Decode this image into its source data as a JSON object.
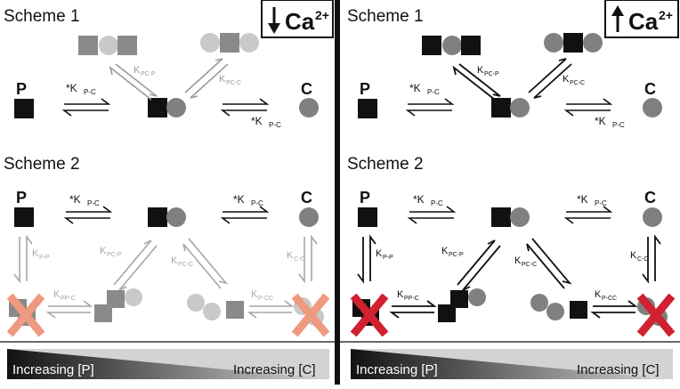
{
  "colors": {
    "black": "#111111",
    "dark_gray": "#808080",
    "mid_gray": "#9b9b9b",
    "light_gray": "#cfcfcf",
    "faded_line": "#a6a6a6",
    "x_faded": "#ef9980",
    "x_strong": "#d1202f",
    "divider": "#111111"
  },
  "left_panel": {
    "calcium_label": "Ca",
    "calcium_charge": "2+",
    "calcium_direction": "decrease",
    "scheme1": {
      "title": "Scheme 1",
      "species_p": "P",
      "species_c": "C",
      "k_forward": "*K",
      "k_forward_sub": "P-C",
      "k_pcp": "K",
      "k_pcp_sub": "PC-P",
      "k_pcc": "K",
      "k_pcc_sub": "PC-C",
      "k_right": "*K",
      "k_right_sub": "P-C"
    },
    "scheme2": {
      "title": "Scheme 2",
      "species_p": "P",
      "species_c": "C",
      "k_left_top": "*K",
      "k_left_top_sub": "P-C",
      "k_right_top": "*K",
      "k_right_top_sub": "P-C",
      "k_pp": "K",
      "k_pp_sub": "P-P",
      "k_pcp": "K",
      "k_pcp_sub": "PC-P",
      "k_pcc": "K",
      "k_pcc_sub": "PC-C",
      "k_cc": "K",
      "k_cc_sub": "C-C",
      "k_ppc": "K",
      "k_ppc_sub": "PP-C",
      "k_pcc2": "K",
      "k_pcc2_sub": "P-CC"
    },
    "gradient_left_label": "Increasing [P]",
    "gradient_right_label": "Increasing [C]"
  },
  "right_panel": {
    "calcium_label": "Ca",
    "calcium_charge": "2+",
    "calcium_direction": "increase",
    "scheme1": {
      "title": "Scheme 1",
      "species_p": "P",
      "species_c": "C",
      "k_forward": "*K",
      "k_forward_sub": "P-C",
      "k_pcp": "K",
      "k_pcp_sub": "PC-P",
      "k_pcc": "K",
      "k_pcc_sub": "PC-C",
      "k_right": "*K",
      "k_right_sub": "P-C"
    },
    "scheme2": {
      "title": "Scheme 2",
      "species_p": "P",
      "species_c": "C",
      "k_left_top": "*K",
      "k_left_top_sub": "P-C",
      "k_right_top": "*K",
      "k_right_top_sub": "P-C",
      "k_pp": "K",
      "k_pp_sub": "P-P",
      "k_pcp": "K",
      "k_pcp_sub": "PC-P",
      "k_pcc": "K",
      "k_pcc_sub": "PC-C",
      "k_cc": "K",
      "k_cc_sub": "C-C",
      "k_ppc": "K",
      "k_ppc_sub": "PP-C",
      "k_pcc2": "K",
      "k_pcc2_sub": "P-CC"
    },
    "gradient_left_label": "Increasing [P]",
    "gradient_right_label": "Increasing [C]"
  }
}
